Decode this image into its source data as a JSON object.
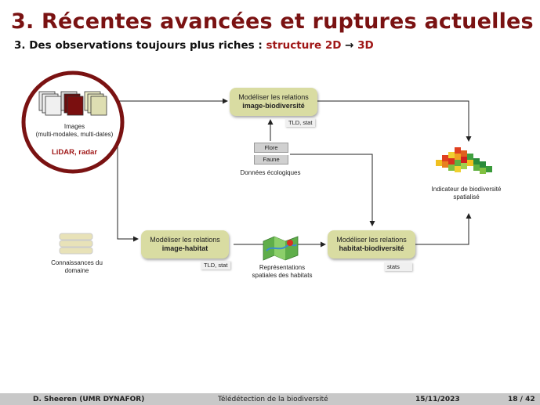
{
  "header": {
    "title": "3. Récentes avancées et ruptures actuelles",
    "subtitle_prefix": "3. Des observations toujours plus riches :",
    "subtitle_accent": "structure 2D",
    "subtitle_arrow": "→",
    "subtitle_suffix": "3D"
  },
  "diagram": {
    "images_label_1": "Images",
    "images_label_2": "(multi-modales, multi-dates)",
    "lidar_label": "LiDAR, radar",
    "box_image_bio_1": "Modéliser les relations",
    "box_image_bio_2": "image-biodiversité",
    "tag_image_bio": "TLD, stat",
    "flore": "Flore",
    "faune": "Faune",
    "donnees_label": "Données écologiques",
    "indicator_label_1": "Indicateur de biodiversité",
    "indicator_label_2": "spatialisé",
    "box_image_hab_1": "Modéliser les relations",
    "box_image_hab_2": "image-habitat",
    "tag_image_hab": "TLD, stat",
    "box_hab_bio_1": "Modéliser les relations",
    "box_hab_bio_2": "habitat-biodiversité",
    "tag_hab_bio": "stats",
    "connaissances_1": "Connaissances du",
    "connaissances_2": "domaine",
    "representations_1": "Représentations",
    "representations_2": "spatiales des habitats"
  },
  "colors": {
    "title": "#7a1212",
    "accent": "#a01818",
    "box_fill": "#d9dca2",
    "highlight_circle": "#7a1212",
    "footer_bg": "#c8c8c8"
  },
  "footer": {
    "author": "D. Sheeren  (UMR DYNAFOR)",
    "talk": "Télédétection de la biodiversité",
    "date": "15/11/2023",
    "page": "18 / 42"
  }
}
